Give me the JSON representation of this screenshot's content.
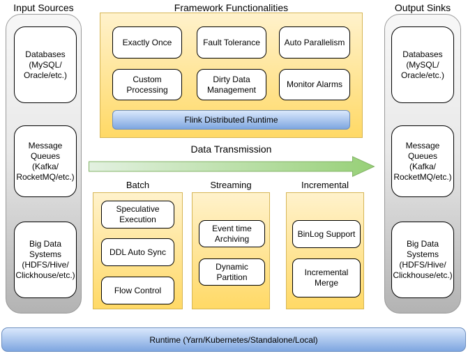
{
  "diagram": {
    "input_sources": {
      "title": "Input Sources",
      "nodes": [
        "Databases\n(MySQL/\nOracle/etc.)",
        "Message\nQueues\n(Kafka/\nRocketMQ/etc.)",
        "Big Data\nSystems\n(HDFS/Hive/\nClickhouse/etc.)"
      ]
    },
    "framework": {
      "title": "Framework Functionalities",
      "features": [
        "Exactly Once",
        "Fault Tolerance",
        "Auto Parallelism",
        "Custom\nProcessing",
        "Dirty Data\nManagement",
        "Monitor Alarms"
      ],
      "runtime_bar": "Flink Distributed Runtime"
    },
    "transmission": {
      "label": "Data Transmission"
    },
    "modes": [
      {
        "title": "Batch",
        "nodes": [
          "Speculative\nExecution",
          "DDL Auto Sync",
          "Flow Control"
        ]
      },
      {
        "title": "Streaming",
        "nodes": [
          "Event time\nArchiving",
          "Dynamic Partition"
        ]
      },
      {
        "title": "Incremental",
        "nodes": [
          "BinLog Support",
          "Incremental\nMerge"
        ]
      }
    ],
    "output_sinks": {
      "title": "Output Sinks",
      "nodes": [
        "Databases\n(MySQL/\nOracle/etc.)",
        "Message\nQueues\n(Kafka/\nRocketMQ/etc.)",
        "Big Data\nSystems\n(HDFS/Hive/\nClickhouse/etc.)"
      ]
    },
    "runtime": {
      "label": "Runtime (Yarn/Kubernetes/Standalone/Local)"
    },
    "colors": {
      "yellow_fill_top": "#FFF2CC",
      "yellow_fill_bottom": "#FFD966",
      "yellow_border": "#D6B656",
      "blue_fill_top": "#DAE8FC",
      "blue_fill_bottom": "#7EA6E0",
      "blue_border": "#6C8EBF",
      "gray_fill_top": "#F5F5F5",
      "gray_fill_bottom": "#B3B3B3",
      "gray_border": "#999999",
      "green_fill_light": "#DCEEDC",
      "green_fill_dark": "#97D077",
      "green_border": "#82B366",
      "node_border": "#000000"
    }
  }
}
